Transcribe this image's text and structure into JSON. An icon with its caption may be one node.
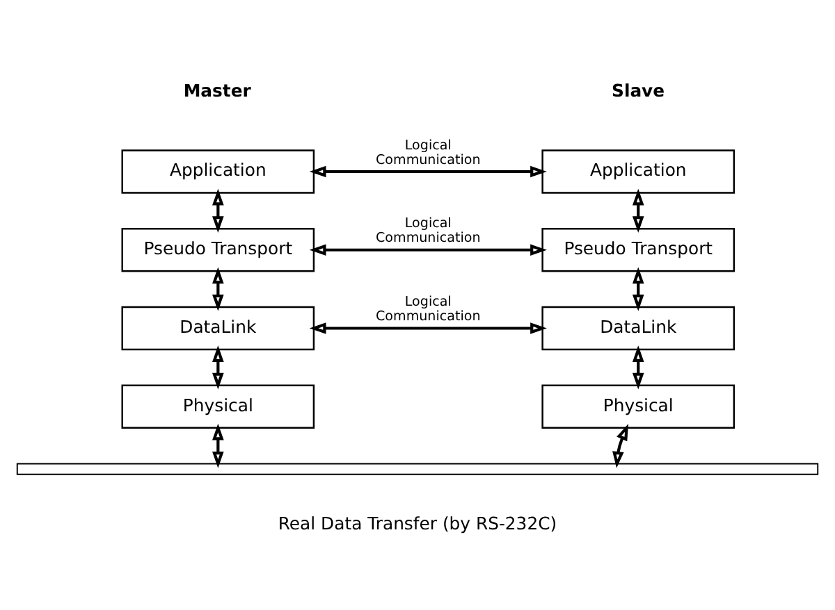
{
  "diagram": {
    "nodes": [
      {
        "text": [
          "Application"
        ]
      },
      {
        "text": [
          "Application"
        ]
      },
      {
        "text": [
          "Pseudo Transport"
        ]
      },
      {
        "text": [
          "Pseudo Transport"
        ]
      },
      {
        "text": [
          "DataLink"
        ]
      },
      {
        "text": [
          "DataLink"
        ]
      },
      {
        "text": [
          "Physical"
        ]
      },
      {
        "text": [
          "Physical"
        ]
      },
      {
        "text": [],
        "shape": "bar",
        "beside": [
          "Real Data Transfer (by RS-232C)"
        ]
      }
    ],
    "edges": [
      {
        "from": 0,
        "to": 1,
        "arrow": "both",
        "label": "Logical Communication"
      },
      {
        "from": 0,
        "to": 2,
        "arrow": "both"
      },
      {
        "from": 1,
        "to": 3,
        "arrow": "both"
      },
      {
        "from": 2,
        "to": 3,
        "arrow": "both",
        "label": "Logical Communication"
      },
      {
        "from": 2,
        "to": 4,
        "arrow": "both"
      },
      {
        "from": 3,
        "to": 5,
        "arrow": "both"
      },
      {
        "from": 4,
        "to": 5,
        "arrow": "both",
        "label": "Logical Communication"
      },
      {
        "from": 4,
        "to": 6,
        "arrow": "both"
      },
      {
        "from": 5,
        "to": 7,
        "arrow": "both"
      },
      {
        "from": 6,
        "to": 8,
        "arrow": "both"
      },
      {
        "from": 7,
        "to": 8,
        "arrow": "both"
      }
    ],
    "labels": [
      "Master",
      "Slave"
    ]
  }
}
